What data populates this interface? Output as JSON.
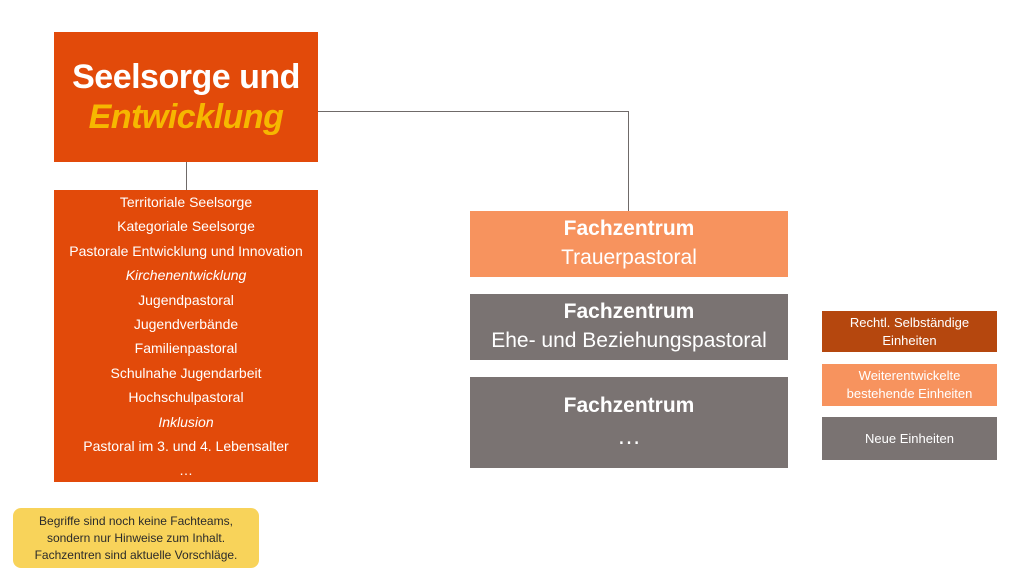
{
  "main": {
    "title_line1": "Seelsorge und",
    "title_line2": "Entwicklung"
  },
  "areas": [
    {
      "label": "Territoriale Seelsorge",
      "italic": false
    },
    {
      "label": "Kategoriale Seelsorge",
      "italic": false
    },
    {
      "label": "Pastorale Entwicklung und Innovation",
      "italic": false
    },
    {
      "label": "Kirchenentwicklung",
      "italic": true
    },
    {
      "label": "Jugendpastoral",
      "italic": false
    },
    {
      "label": "Jugendverbände",
      "italic": false
    },
    {
      "label": "Familienpastoral",
      "italic": false
    },
    {
      "label": "Schulnahe Jugendarbeit",
      "italic": false
    },
    {
      "label": "Hochschulpastoral",
      "italic": false
    },
    {
      "label": "Inklusion",
      "italic": true
    },
    {
      "label": "Pastoral im 3. und 4. Lebensalter",
      "italic": false
    },
    {
      "label": "…",
      "italic": false
    }
  ],
  "fachzentren": [
    {
      "title": "Fachzentrum",
      "subtitle": "Trauerpastoral"
    },
    {
      "title": "Fachzentrum",
      "subtitle": "Ehe- und Beziehungspastoral"
    },
    {
      "title": "Fachzentrum",
      "subtitle": "…"
    }
  ],
  "legend": {
    "item1_line1": "Rechtl. Selbständige",
    "item1_line2": "Einheiten",
    "item2_line1": "Weiterentwickelte",
    "item2_line2": "bestehende Einheiten",
    "item3": "Neue Einheiten"
  },
  "note": {
    "line1": "Begriffe sind noch keine Fachteams,",
    "line2": "sondern nur Hinweise zum Inhalt.",
    "line3": "Fachzentren sind aktuelle Vorschläge."
  },
  "colors": {
    "main_orange": "#e24a0a",
    "light_orange": "#f7935e",
    "dark_orange": "#b5470e",
    "grey": "#7a7372",
    "title_accent_yellow": "#f6b700",
    "note_yellow": "#f8d35a"
  }
}
